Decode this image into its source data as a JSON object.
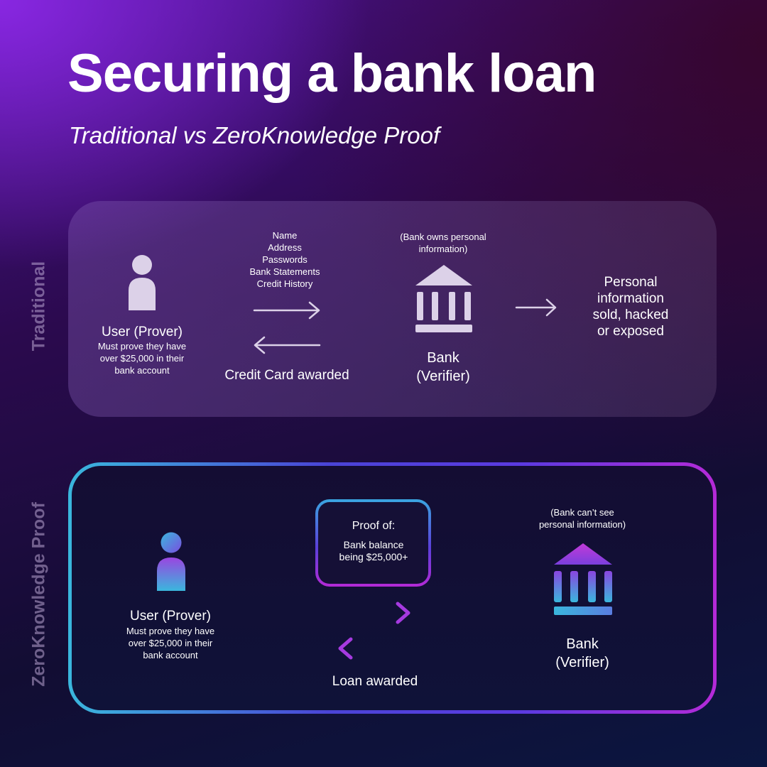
{
  "title": "Securing a bank loan",
  "subtitle": "Traditional vs ZeroKnowledge Proof",
  "traditional": {
    "side_label": "Traditional",
    "user_title": "User (Prover)",
    "user_desc": [
      "Must prove they have",
      "over $25,000 in their",
      "bank account"
    ],
    "data_items": [
      "Name",
      "Address",
      "Passwords",
      "Bank Statements",
      "Credit History"
    ],
    "return_label": "Credit Card awarded",
    "bank_note": [
      "(Bank owns personal",
      "information)"
    ],
    "bank_title": [
      "Bank",
      "(Verifier)"
    ],
    "outcome": [
      "Personal",
      "information",
      "sold, hacked",
      "or exposed"
    ]
  },
  "zk": {
    "side_label": "ZeroKnowledge Proof",
    "user_title": "User (Prover)",
    "user_desc": [
      "Must prove they have",
      "over $25,000 in their",
      "bank account"
    ],
    "proof_heading": "Proof of:",
    "proof_body": [
      "Bank balance",
      "being $25,000+"
    ],
    "return_label": "Loan awarded",
    "bank_note": [
      "(Bank can’t see",
      "personal information)"
    ],
    "bank_title": [
      "Bank",
      "(Verifier)"
    ]
  },
  "icons": {
    "trad_user": "user-icon",
    "trad_bank": "bank-icon",
    "zk_user": "user-icon",
    "zk_bank": "bank-icon",
    "arrows": [
      "arrow-right-icon",
      "arrow-left-icon"
    ]
  },
  "colors": {
    "trad_icon": "#dcd1e8",
    "zk_cyan": "#3ab7dd",
    "zk_blue": "#4a44d6",
    "zk_magenta": "#b52ad8",
    "zk_arrow": "#a63ae0"
  }
}
